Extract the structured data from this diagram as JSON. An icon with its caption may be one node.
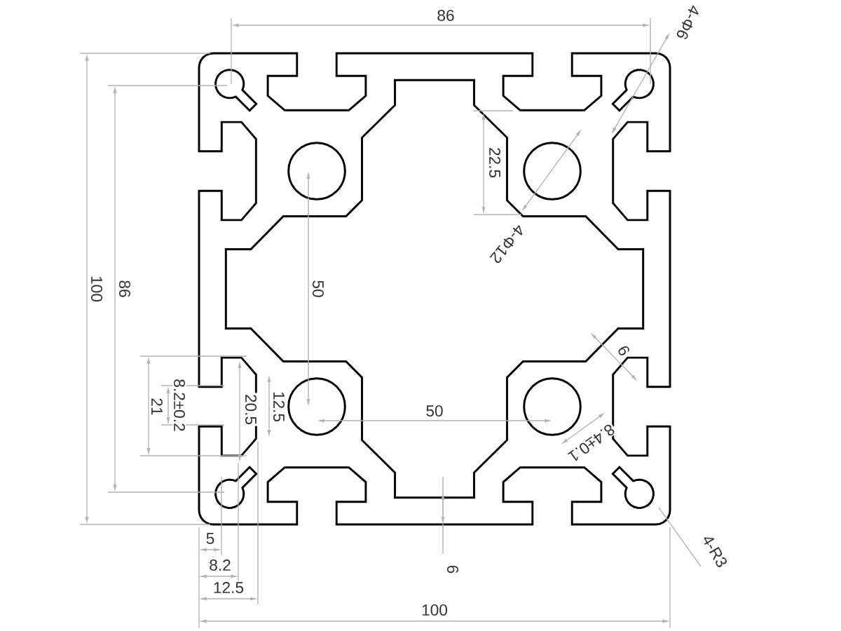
{
  "diagram": {
    "labels": [
      "86",
      "4-Φ6",
      "22.5",
      "4-Φ12",
      "100",
      "86",
      "50",
      "6",
      "8.2±0.2",
      "21",
      "20.5",
      "12.5",
      "50",
      "8.4±0.1",
      "5",
      "6",
      "8.2",
      "4-R3",
      "12.5",
      "100"
    ]
  }
}
